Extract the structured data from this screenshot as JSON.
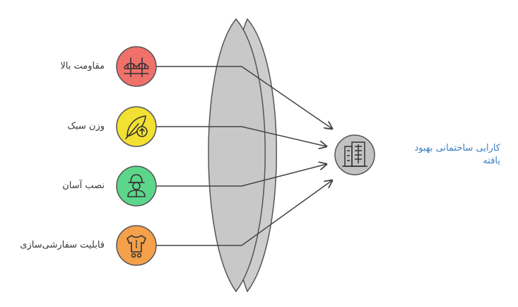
{
  "inputs": [
    {
      "label": "مقاومت بالا",
      "icon": "bridge-icon",
      "color": "#f0706a"
    },
    {
      "label": "وزن سبک",
      "icon": "feather-up-icon",
      "color": "#f2e033"
    },
    {
      "label": "نصب آسان",
      "icon": "worker-icon",
      "color": "#5cd68a"
    },
    {
      "label": "قابلیت سفارشی‌سازی",
      "icon": "tailoring-icon",
      "color": "#f5a04a"
    }
  ],
  "output": {
    "label_line1": "کارایی ساختمانی بهبود",
    "label_line2": "یافته",
    "icon": "building-icon",
    "label_color": "#3b7fc4"
  },
  "lens": {
    "icon": "lens-shape"
  }
}
